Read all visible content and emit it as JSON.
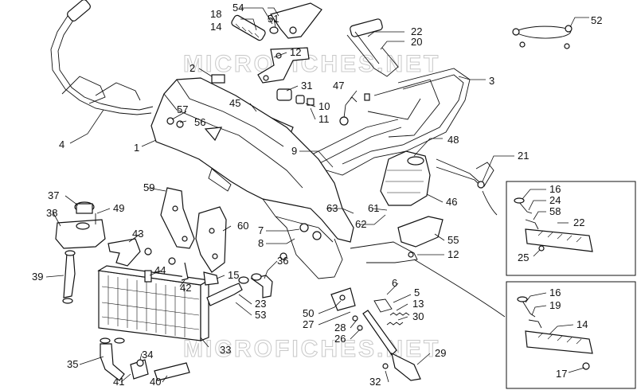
{
  "watermark": {
    "top": "MICROFICHES.NET",
    "bottom": "MICROFICHES.NET"
  },
  "callouts": [
    {
      "id": "c54",
      "text": "54"
    },
    {
      "id": "c51",
      "text": "51"
    },
    {
      "id": "c18",
      "text": "18"
    },
    {
      "id": "c14a",
      "text": "14"
    },
    {
      "id": "c22a",
      "text": "22"
    },
    {
      "id": "c20",
      "text": "20"
    },
    {
      "id": "c52",
      "text": "52"
    },
    {
      "id": "c12a",
      "text": "12"
    },
    {
      "id": "c2",
      "text": "2"
    },
    {
      "id": "c3",
      "text": "3"
    },
    {
      "id": "c31",
      "text": "31"
    },
    {
      "id": "c47",
      "text": "47"
    },
    {
      "id": "c10",
      "text": "10"
    },
    {
      "id": "c11",
      "text": "11"
    },
    {
      "id": "c45",
      "text": "45"
    },
    {
      "id": "c57",
      "text": "57"
    },
    {
      "id": "c56",
      "text": "56"
    },
    {
      "id": "c4",
      "text": "4"
    },
    {
      "id": "c1",
      "text": "1"
    },
    {
      "id": "c48",
      "text": "48"
    },
    {
      "id": "c9",
      "text": "9"
    },
    {
      "id": "c21",
      "text": "21"
    },
    {
      "id": "c16a",
      "text": "16"
    },
    {
      "id": "c24",
      "text": "24"
    },
    {
      "id": "c58",
      "text": "58"
    },
    {
      "id": "c22b",
      "text": "22"
    },
    {
      "id": "c25",
      "text": "25"
    },
    {
      "id": "c59",
      "text": "59"
    },
    {
      "id": "c37",
      "text": "37"
    },
    {
      "id": "c49",
      "text": "49"
    },
    {
      "id": "c38",
      "text": "38"
    },
    {
      "id": "c46",
      "text": "46"
    },
    {
      "id": "c63",
      "text": "63"
    },
    {
      "id": "c61",
      "text": "61"
    },
    {
      "id": "c60",
      "text": "60"
    },
    {
      "id": "c43",
      "text": "43"
    },
    {
      "id": "c62",
      "text": "62"
    },
    {
      "id": "c7",
      "text": "7"
    },
    {
      "id": "c8",
      "text": "8"
    },
    {
      "id": "c55",
      "text": "55"
    },
    {
      "id": "c12b",
      "text": "12"
    },
    {
      "id": "c36",
      "text": "36"
    },
    {
      "id": "c44",
      "text": "44"
    },
    {
      "id": "c39",
      "text": "39"
    },
    {
      "id": "c42",
      "text": "42"
    },
    {
      "id": "c15",
      "text": "15"
    },
    {
      "id": "c6",
      "text": "6"
    },
    {
      "id": "c5",
      "text": "5"
    },
    {
      "id": "c16b",
      "text": "16"
    },
    {
      "id": "c19",
      "text": "19"
    },
    {
      "id": "c23",
      "text": "23"
    },
    {
      "id": "c53",
      "text": "53"
    },
    {
      "id": "c50",
      "text": "50"
    },
    {
      "id": "c13",
      "text": "13"
    },
    {
      "id": "c27",
      "text": "27"
    },
    {
      "id": "c30",
      "text": "30"
    },
    {
      "id": "c14b",
      "text": "14"
    },
    {
      "id": "c28",
      "text": "28"
    },
    {
      "id": "c26",
      "text": "26"
    },
    {
      "id": "c33",
      "text": "33"
    },
    {
      "id": "c34",
      "text": "34"
    },
    {
      "id": "c29",
      "text": "29"
    },
    {
      "id": "c35",
      "text": "35"
    },
    {
      "id": "c17",
      "text": "17"
    },
    {
      "id": "c41",
      "text": "41"
    },
    {
      "id": "c40",
      "text": "40"
    },
    {
      "id": "c32",
      "text": "32"
    }
  ]
}
